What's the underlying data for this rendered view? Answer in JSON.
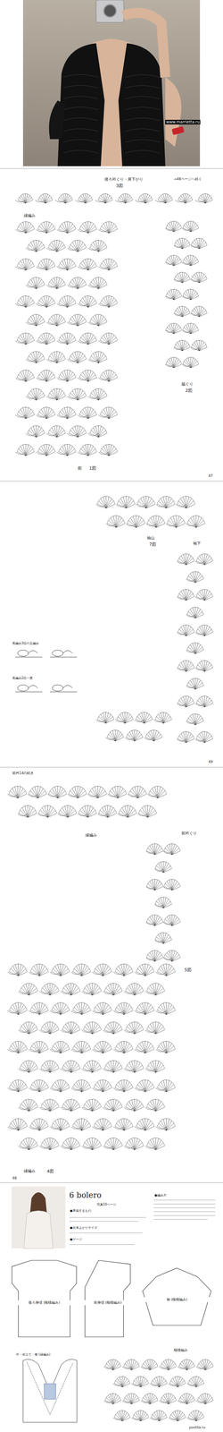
{
  "diagram": {
    "title": "6 bolero",
    "nodes": [
      {
        "text": [
          "後ろ身頃 (模様編み)"
        ]
      },
      {
        "text": [
          "前身頃 (模様編み)"
        ]
      },
      {
        "text": [
          "袖 (模様編み)"
        ]
      }
    ],
    "labels": [
      "www.marrietta.ru",
      "後ろ衿ぐり・肩下がり",
      "3図",
      "→48ページへ続く",
      "縁編み",
      "脇ぐり",
      "2図",
      "前",
      "1図",
      "47",
      "袖山",
      "7図",
      "袖下",
      "長編み3目の玉編み",
      "長編み2目一度",
      "49",
      "前衿14の続き",
      "前衿ぐり",
      "5図",
      "縁編み",
      "縁編み",
      "4図",
      "48",
      "写真10ページ",
      "●準備するもの",
      "●出来上がりサイズ",
      "●ゲージ",
      "●編み方",
      "模様編み",
      "衿・前立て・裾 (縁編み)",
      "postila.ru"
    ]
  }
}
